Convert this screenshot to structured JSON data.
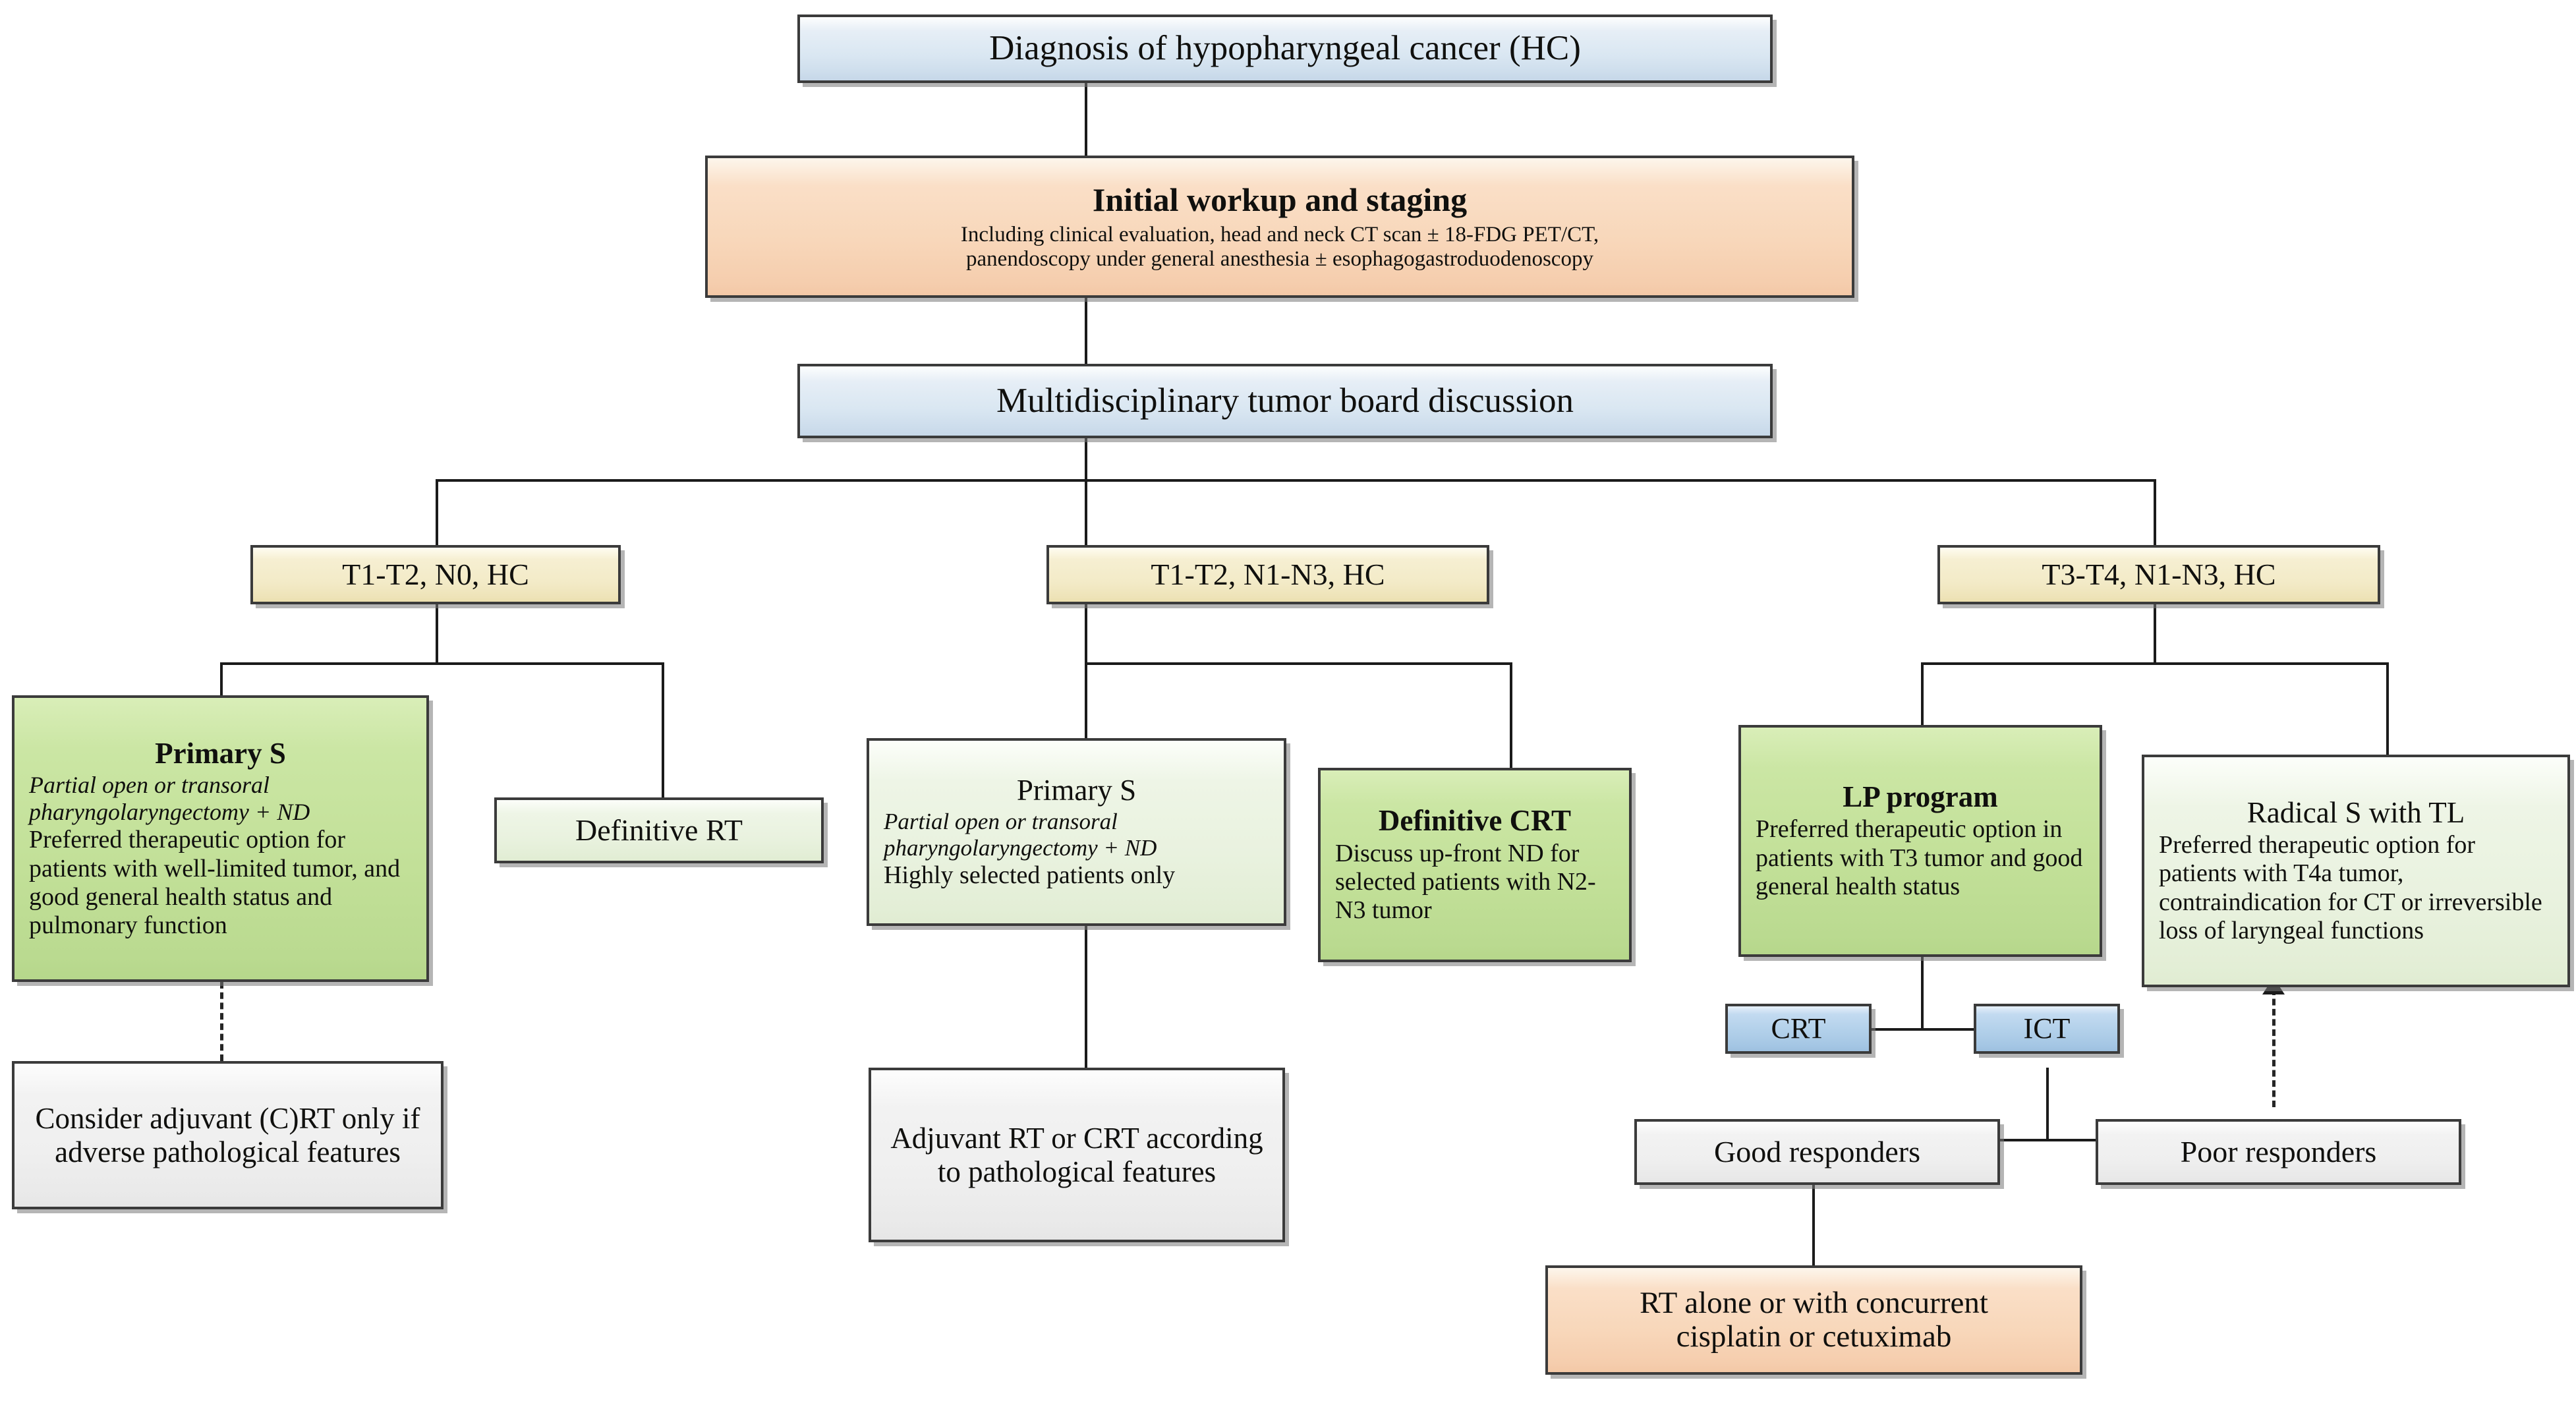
{
  "diagram": {
    "title": "Hypopharyngeal cancer treatment decision flowchart",
    "colors": {
      "blue": "#dae7f2",
      "orange": "#f8d7ba",
      "cream": "#f3ebc8",
      "green": "#c2e098",
      "pale_green": "#e9f2df",
      "gray": "#efefef",
      "steel_blue": "#b2d0ea",
      "line": "#1b1b1b",
      "border": "#3b3b3b"
    },
    "nodes": {
      "diagnosis": {
        "title": "Diagnosis of hypopharyngeal cancer (HC)"
      },
      "workup": {
        "title": "Initial workup and staging",
        "line1": "Including clinical evaluation, head and neck CT scan ± 18-FDG PET/CT,",
        "line2": "panendoscopy under general anesthesia ± esophagogastroduodenoscopy"
      },
      "tumorboard": {
        "title": "Multidisciplinary tumor board discussion"
      },
      "stage_left": {
        "title": "T1-T2, N0, HC"
      },
      "stage_mid": {
        "title": "T1-T2, N1-N3, HC"
      },
      "stage_right": {
        "title": "T3-T4, N1-N3, HC"
      },
      "primary_s_left": {
        "title": "Primary S",
        "italic1": "Partial open or transoral",
        "italic2": "pharyngolaryngectomy + ND",
        "body": "Preferred therapeutic option for patients with well-limited tumor, and good general health status and pulmonary function"
      },
      "definitive_rt": {
        "title": "Definitive RT"
      },
      "consider_adjuvant": {
        "body": "Consider adjuvant (C)RT only if adverse pathological features"
      },
      "primary_s_mid": {
        "title": "Primary S",
        "italic1": "Partial open or transoral",
        "italic2": "pharyngolaryngectomy + ND",
        "body": "Highly selected patients only"
      },
      "definitive_crt": {
        "title": "Definitive CRT",
        "body": "Discuss up-front ND for selected patients with N2-N3 tumor"
      },
      "adjuvant_rt_crt": {
        "body": "Adjuvant RT or CRT according to pathological features"
      },
      "lp_program": {
        "title": "LP program",
        "body": "Preferred therapeutic option in patients with T3 tumor and good general health status"
      },
      "radical_s": {
        "title": "Radical S with TL",
        "body": "Preferred therapeutic option for patients with T4a tumor, contraindication for CT or irreversible loss of laryngeal functions"
      },
      "crt": {
        "title": "CRT"
      },
      "ict": {
        "title": "ICT"
      },
      "good_responders": {
        "title": "Good responders"
      },
      "poor_responders": {
        "title": "Poor responders"
      },
      "rt_alone": {
        "line1": "RT alone or with concurrent",
        "line2": "cisplatin or cetuximab"
      }
    }
  }
}
